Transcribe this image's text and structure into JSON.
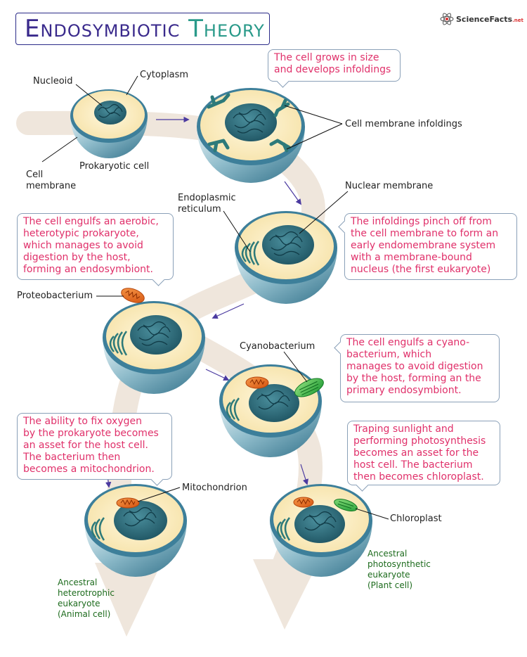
{
  "title": {
    "word1": "Endosymbiotic",
    "word2": "Theory"
  },
  "brand": {
    "name": "ScienceFacts",
    "tld": ".net"
  },
  "labels": {
    "nucleoid": "Nucleoid",
    "cytoplasm": "Cytoplasm",
    "cell_membrane": [
      "Cell",
      "membrane"
    ],
    "prokaryotic_cell": "Prokaryotic cell",
    "infoldings": "Cell membrane infoldings",
    "er": [
      "Endoplasmic",
      "reticulum"
    ],
    "nuclear_membrane": "Nuclear membrane",
    "proteobacterium": "Proteobacterium",
    "cyanobacterium": "Cyanobacterium",
    "mitochondrion": "Mitochondrion",
    "chloroplast": "Chloroplast",
    "animal": [
      "Ancestral",
      "heterotrophic",
      "eukaryote",
      "(Animal cell)"
    ],
    "plant": [
      "Ancestral",
      "photosynthetic",
      "eukaryote",
      "(Plant cell)"
    ]
  },
  "callouts": {
    "grows": [
      "The cell grows in size",
      "and develops infoldings"
    ],
    "pinch": [
      "The infoldings pinch off from",
      "the cell membrane to form an",
      "early endomembrane system",
      "with a membrane-bound",
      "nucleus (the first eukaryote)"
    ],
    "engulf_aerobic": [
      "The cell engulfs an aerobic,",
      "heterotypic prokaryote,",
      "which manages to avoid",
      "digestion by the host,",
      "forming an endosymbiont."
    ],
    "engulf_cyano": [
      "The cell engulfs a cyano-",
      "bacterium, which",
      "manages to avoid digestion",
      "by the host, forming an the",
      "primary endosymbiont."
    ],
    "fix_oxygen": [
      "The ability to fix oxygen",
      "by the prokaryote becomes",
      "an asset for the host cell.",
      "The bacterium then",
      "becomes a mitochondrion."
    ],
    "sunlight": [
      "Traping sunlight and",
      "performing photosynthesis",
      "becomes an asset for the",
      "host cell. The bacterium",
      "then becomes chloroplast."
    ]
  },
  "colors": {
    "title_word1": "#3a2a8c",
    "title_word2": "#2a9a8a",
    "callout_text": "#e0306a",
    "final_label": "#1d6b1d",
    "cytoplasm": "#fbefc6",
    "cell_wall": "#3d7f9a",
    "nucleus": "#255f70",
    "mitochondria": "#e8641e",
    "chloroplast": "#3cb84a",
    "path": "#efe6dc"
  }
}
